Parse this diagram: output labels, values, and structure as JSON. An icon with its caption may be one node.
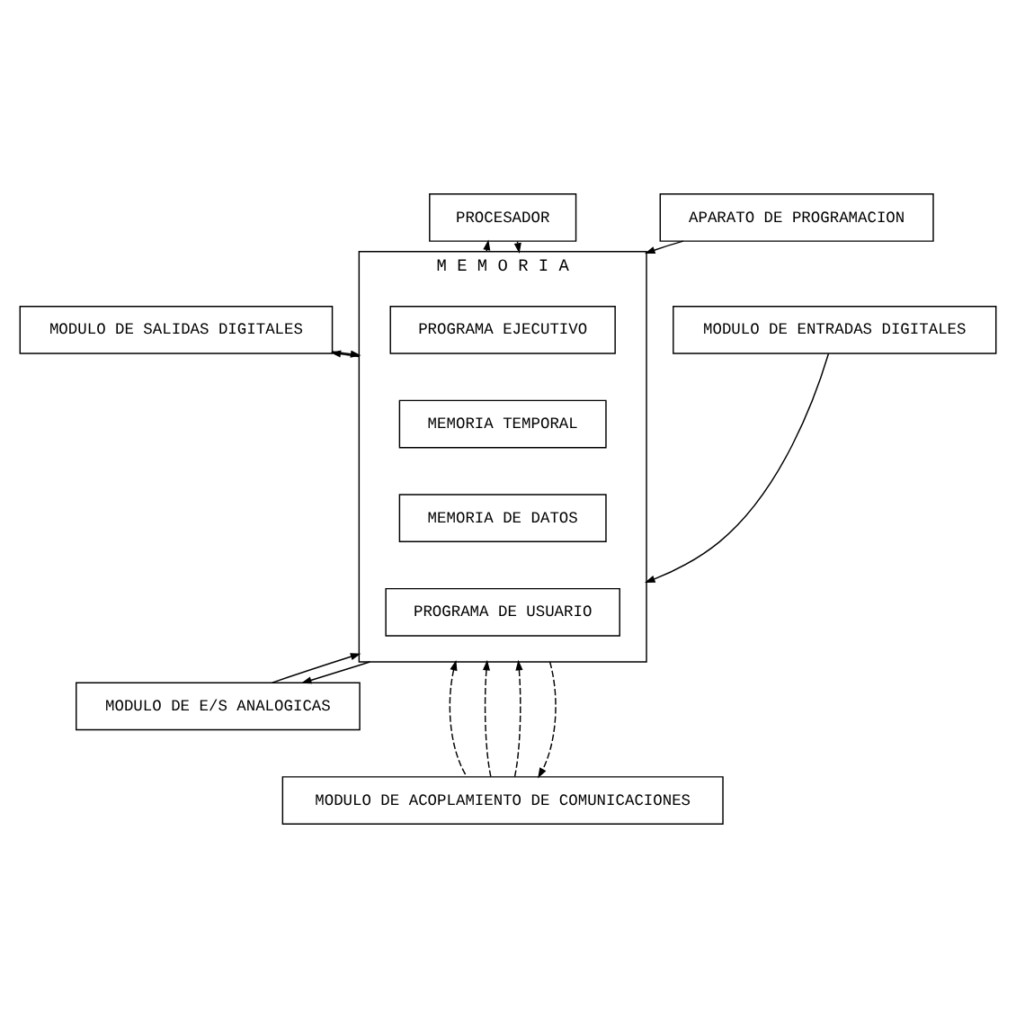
{
  "diagram": {
    "nodes": [
      {
        "text": [
          "PROCESADOR"
        ]
      },
      {
        "text": [
          "APARATO DE PROGRAMACION"
        ]
      },
      {
        "text": [
          "M E M O R I A"
        ]
      },
      {
        "text": [
          "PROGRAMA EJECUTIVO"
        ],
        "in": 2
      },
      {
        "text": [
          "MEMORIA TEMPORAL"
        ],
        "in": 2
      },
      {
        "text": [
          "MEMORIA DE DATOS"
        ],
        "in": 2
      },
      {
        "text": [
          "PROGRAMA DE USUARIO"
        ],
        "in": 2
      },
      {
        "text": [
          "MODULO DE ENTRADAS DIGITALES"
        ]
      },
      {
        "text": [
          "MODULO DE SALIDAS DIGITALES"
        ]
      },
      {
        "text": [
          "MODULO DE E/S ANALOGICAS"
        ]
      },
      {
        "text": [
          "MODULO DE ACOPLAMIENTO DE COMUNICACIONES"
        ]
      }
    ],
    "edges": [
      {
        "from": 2,
        "to": 0,
        "arrow": "to",
        "style": "dashed"
      },
      {
        "from": 0,
        "to": 2,
        "arrow": "to",
        "style": "dashed"
      },
      {
        "from": 1,
        "to": 2,
        "arrow": "to"
      },
      {
        "from": 7,
        "to": 2,
        "arrow": "to"
      },
      {
        "from": 10,
        "to": 2,
        "arrow": "to",
        "style": "dashed"
      },
      {
        "from": 2,
        "to": 8,
        "arrow": "to"
      },
      {
        "from": 8,
        "to": 2,
        "arrow": "to"
      },
      {
        "from": 10,
        "to": 2,
        "arrow": "to",
        "style": "dashed"
      },
      {
        "from": 9,
        "to": 2,
        "arrow": "to"
      },
      {
        "from": 2,
        "to": 9,
        "arrow": "to"
      },
      {
        "from": 10,
        "to": 2,
        "arrow": "to",
        "style": "dashed"
      },
      {
        "from": 2,
        "to": 10,
        "arrow": "to",
        "style": "dashed"
      }
    ]
  }
}
